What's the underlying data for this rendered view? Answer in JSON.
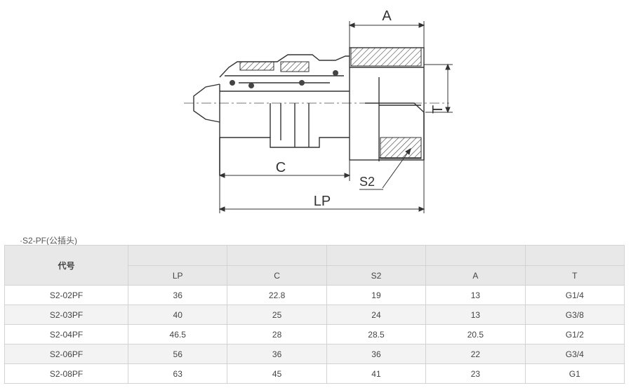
{
  "drawing": {
    "labels": {
      "a": "A",
      "t": "T",
      "c": "C",
      "s2": "S2",
      "lp": "LP"
    }
  },
  "caption": "·S2-PF(公插头)",
  "table": {
    "code_header": "代号",
    "columns": [
      "LP",
      "C",
      "S2",
      "A",
      "T"
    ],
    "rows": [
      {
        "code": "S2-02PF",
        "lp": "36",
        "c": "22.8",
        "s2": "19",
        "a": "13",
        "t": "G1/4"
      },
      {
        "code": "S2-03PF",
        "lp": "40",
        "c": "25",
        "s2": "24",
        "a": "13",
        "t": "G3/8"
      },
      {
        "code": "S2-04PF",
        "lp": "46.5",
        "c": "28",
        "s2": "28.5",
        "a": "20.5",
        "t": "G1/2"
      },
      {
        "code": "S2-06PF",
        "lp": "56",
        "c": "36",
        "s2": "36",
        "a": "22",
        "t": "G3/4"
      },
      {
        "code": "S2-08PF",
        "lp": "63",
        "c": "45",
        "s2": "41",
        "a": "23",
        "t": "G1"
      }
    ]
  }
}
